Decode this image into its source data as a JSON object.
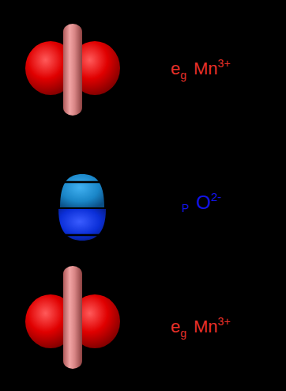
{
  "diagram": {
    "labels": [
      "e",
      "g",
      "Mn",
      "3+",
      "P",
      "O",
      "2-",
      "e",
      "g",
      "Mn",
      "3+"
    ]
  }
}
